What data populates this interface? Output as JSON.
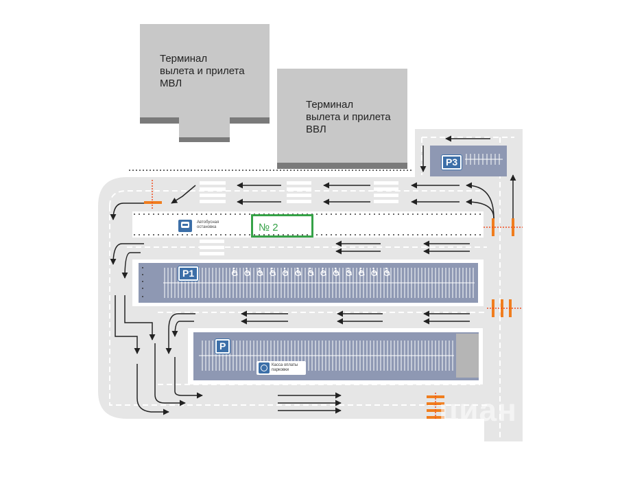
{
  "terminals": {
    "mvl": "Терминал\nвылета и прилета\nМВЛ",
    "vvl": "Терминал\nвылета и прилета\nВВЛ"
  },
  "zones": {
    "p1": "P1",
    "p": "P",
    "p3": "P3"
  },
  "bus_stop": {
    "label": "Автобусная\nостановка",
    "icon": "bus-icon"
  },
  "payment": {
    "label": "Касса оплаты\nпарковки",
    "icon": "parking-payment-icon"
  },
  "marker": {
    "label": "№ 2"
  },
  "watermark": {
    "text": "циан"
  },
  "colors": {
    "terminal": "#c8c8c8",
    "terminal_edge": "#7a7a7a",
    "lot": "#e6e6e6",
    "parking_area": "#8e98b3",
    "zone_tag": "#3c6fa8",
    "barrier": "#f07d1e",
    "marker": "#35a247"
  }
}
